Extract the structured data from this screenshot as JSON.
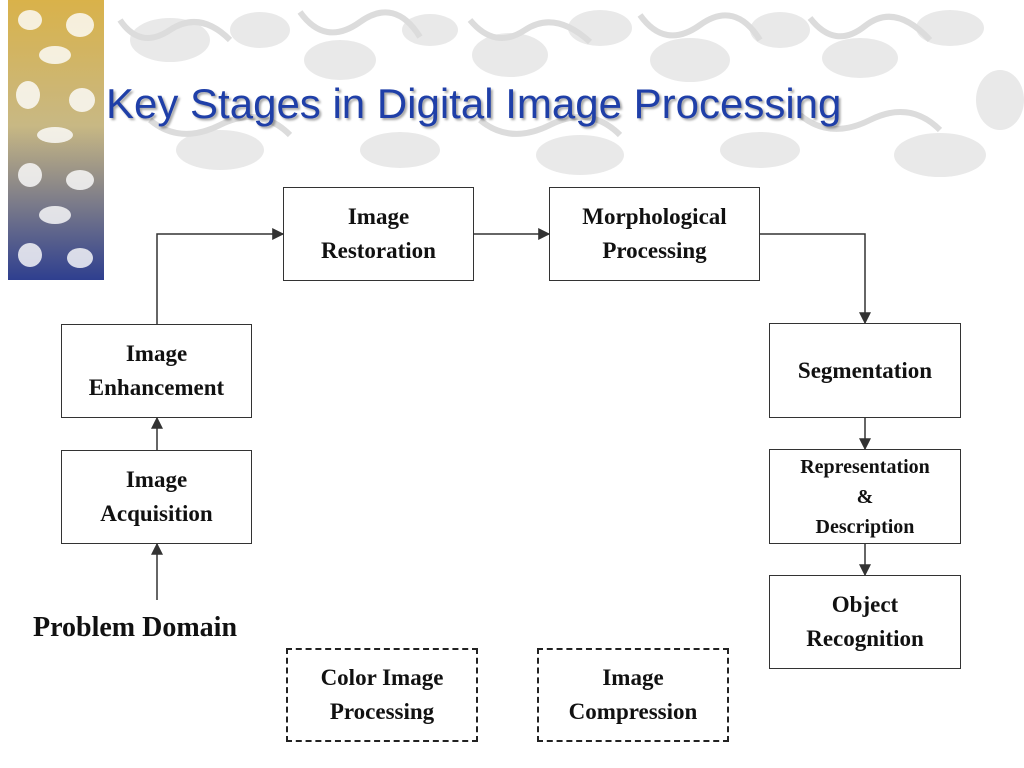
{
  "title": "Key Stages in Digital Image Processing",
  "colors": {
    "title": "#1f3fa8",
    "box_border": "#333333",
    "arrow": "#333333"
  },
  "stages": {
    "image_restoration": [
      "Image",
      "Restoration"
    ],
    "morphological_processing": [
      "Morphological",
      "Processing"
    ],
    "image_enhancement": [
      "Image",
      "Enhancement"
    ],
    "segmentation": [
      "Segmentation"
    ],
    "image_acquisition": [
      "Image",
      "Acquisition"
    ],
    "representation_description": [
      "Representation",
      "&",
      "Description"
    ],
    "object_recognition": [
      "Object",
      "Recognition"
    ],
    "color_image_processing": [
      "Color Image",
      "Processing"
    ],
    "image_compression": [
      "Image",
      "Compression"
    ]
  },
  "problem_domain": "Problem Domain"
}
